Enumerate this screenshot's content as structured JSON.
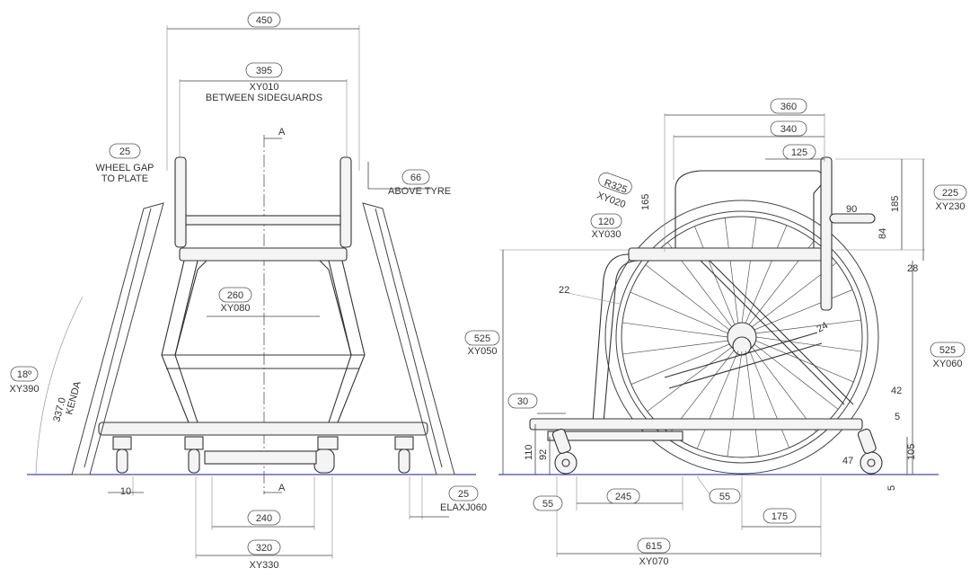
{
  "front": {
    "d450": "450",
    "d395": "395",
    "xy010": "XY010",
    "between": "BETWEEN SIDEGUARDS",
    "d25_gap": "25",
    "wheel_gap_1": "WHEEL GAP",
    "wheel_gap_2": "TO PLATE",
    "d66": "66",
    "above_tyre": "ABOVE TYRE",
    "d260": "260",
    "xy080": "XY080",
    "angle": "18º",
    "xy390": "XY390",
    "tyre_1": "337.0",
    "tyre_2": "KENDA",
    "d10": "10",
    "d25_b": "25",
    "elaxj": "ELAXJ060",
    "d240": "240",
    "d320": "320",
    "xy330": "XY330",
    "section_a1": "A",
    "section_a2": "A"
  },
  "side": {
    "d360": "360",
    "d340": "340",
    "d125": "125",
    "r325": "R325",
    "xy020": "XY020",
    "d165": "165",
    "d120": "120",
    "xy030": "XY030",
    "d90": "90",
    "d185": "185",
    "d84": "84",
    "d225": "225",
    "xy230": "XY230",
    "d28": "28",
    "d22": "22",
    "d24": "24",
    "d525_l": "525",
    "xy050": "XY050",
    "d525_r": "525",
    "xy060": "XY060",
    "d42": "42",
    "d5_a": "5",
    "d30": "30",
    "d110": "110",
    "d92": "92",
    "d47": "47",
    "d105": "105",
    "d5_b": "5",
    "d55_l": "55",
    "d245": "245",
    "d55_m": "55",
    "d175": "175",
    "d615": "615",
    "xy070": "XY070"
  }
}
